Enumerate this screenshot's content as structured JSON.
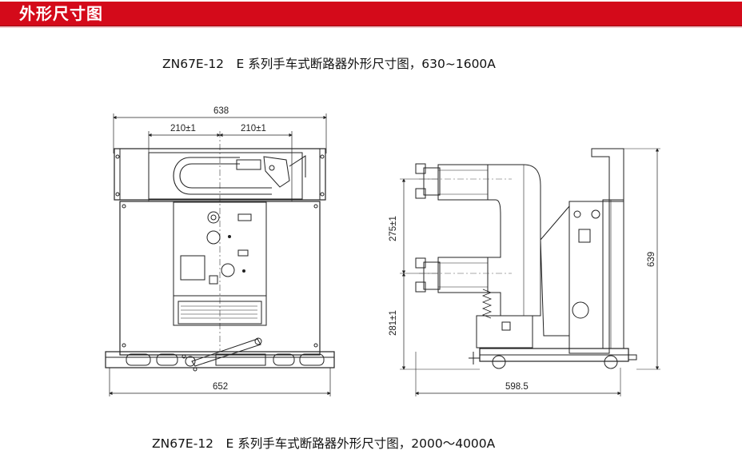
{
  "header": {
    "title": "外形尺寸图",
    "bar_color": "#d40a1a"
  },
  "captions": {
    "top": "ZN67E-12　E 系列手车式断路器外形尺寸图，630~1600A",
    "bottom": "ZN67E-12　E 系列手车式断路器外形尺寸图，2000～4000A"
  },
  "front_view": {
    "dims": {
      "overall_top": "638",
      "pole_left": "210±1",
      "pole_right": "210±1",
      "overall_bottom": "652"
    }
  },
  "side_view": {
    "dims": {
      "upper_vertical": "275±1",
      "lower_vertical": "281±1",
      "height": "639",
      "depth": "598.5"
    }
  },
  "colors": {
    "line": "#222222",
    "center_line": "#555555"
  }
}
